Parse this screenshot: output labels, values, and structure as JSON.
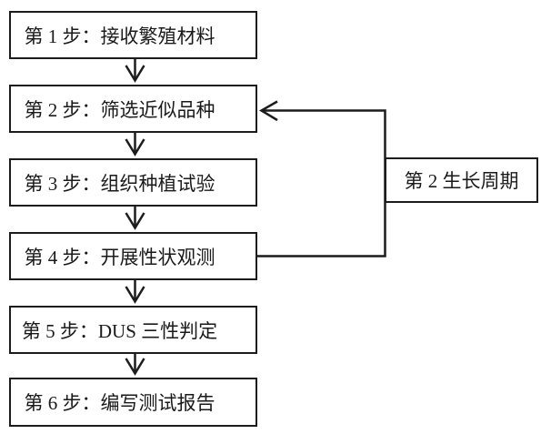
{
  "flowchart": {
    "steps": [
      {
        "id": 1,
        "label": "第 1 步：接收繁殖材料"
      },
      {
        "id": 2,
        "label": "第 2 步：筛选近似品种"
      },
      {
        "id": 3,
        "label": "第 3 步：组织种植试验"
      },
      {
        "id": 4,
        "label": "第 4 步：开展性状观测"
      },
      {
        "id": 5,
        "label": "第 5 步：DUS 三性判定"
      },
      {
        "id": 6,
        "label": "第 6 步：编写测试报告"
      }
    ],
    "cycle_box": {
      "label": "第 2 生长周期"
    },
    "edges": [
      {
        "from": "step1",
        "to": "step2"
      },
      {
        "from": "step2",
        "to": "step3"
      },
      {
        "from": "step3",
        "to": "step4"
      },
      {
        "from": "step4",
        "to": "step5"
      },
      {
        "from": "step5",
        "to": "step6"
      },
      {
        "from": "step4",
        "to": "step2",
        "via_label": "第 2 生长周期"
      }
    ],
    "colors": {
      "line": "#1c1c1c",
      "text": "#1a1a1a",
      "background": "#ffffff",
      "box_fill": "#ffffff"
    }
  }
}
